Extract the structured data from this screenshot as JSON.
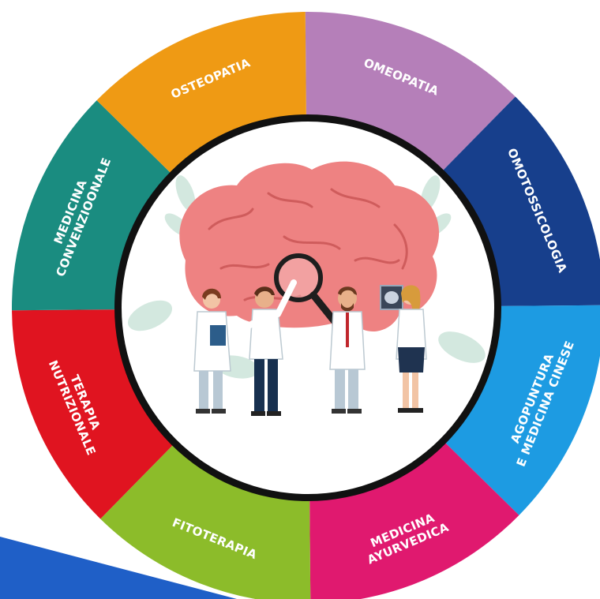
{
  "wheel": {
    "segments": [
      {
        "lines": [
          "OMEOPATIA"
        ],
        "color": "#b57fb9"
      },
      {
        "lines": [
          "OMOTOSSICOLOGIA"
        ],
        "color": "#173f8c"
      },
      {
        "lines": [
          "AGOPUNTURA",
          "E MEDICINA CINESE"
        ],
        "color": "#1d9be2"
      },
      {
        "lines": [
          "MEDICINA",
          "AYURVEDICA"
        ],
        "color": "#e0196f"
      },
      {
        "lines": [
          "FITOTERAPIA"
        ],
        "color": "#8cbc2a"
      },
      {
        "lines": [
          "TERAPIA",
          "NUTRIZIONALE"
        ],
        "color": "#e01420"
      },
      {
        "lines": [
          "MEDICINA",
          "CONVENZIOONALE"
        ],
        "color": "#1a8c80"
      },
      {
        "lines": [
          "OSTEOPATIA"
        ],
        "color": "#ef9a14"
      }
    ],
    "center_illustration": "brain-with-doctors-illustration",
    "corner_accent_color": "#1f5fc7"
  }
}
